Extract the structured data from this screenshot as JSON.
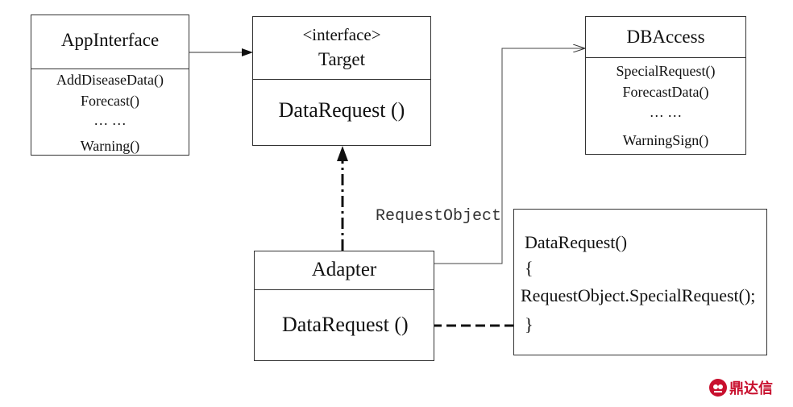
{
  "app_interface": {
    "title": "AppInterface",
    "methods": [
      "AddDiseaseData()",
      "Forecast()",
      "… …",
      "Warning()"
    ]
  },
  "target": {
    "stereotype": "<interface>",
    "title": "Target",
    "method": "DataRequest ()"
  },
  "db_access": {
    "title": "DBAccess",
    "methods": [
      "SpecialRequest()",
      "ForecastData()",
      "… …",
      "WarningSign()"
    ]
  },
  "adapter": {
    "title": "Adapter",
    "method": "DataRequest ()"
  },
  "association_label": "RequestObject",
  "note": {
    "lines": [
      "DataRequest()",
      "{",
      "RequestObject.SpecialRequest();",
      "}"
    ]
  },
  "watermark": {
    "text": "鼎达信"
  },
  "colors": {
    "line": "#333333",
    "logo": "#c8102e"
  }
}
